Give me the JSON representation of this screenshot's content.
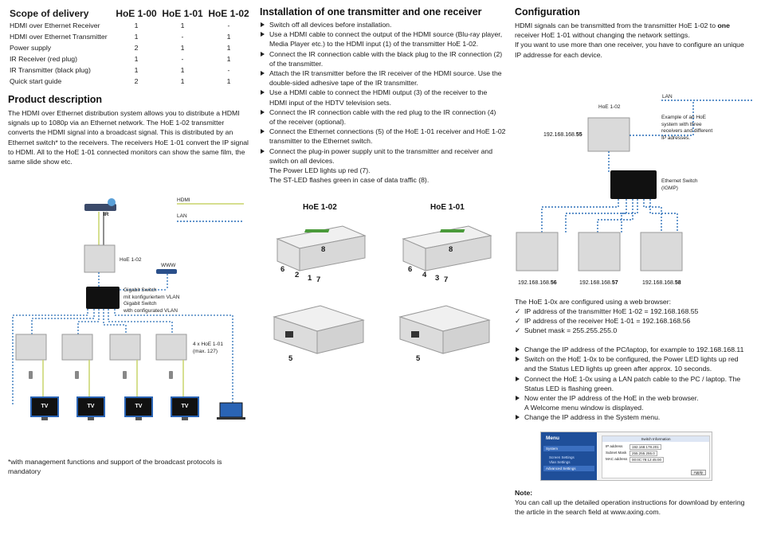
{
  "scope": {
    "title": "Scope of delivery",
    "columns": [
      "HoE 1-00",
      "HoE 1-01",
      "HoE 1-02"
    ],
    "rows": [
      {
        "item": "HDMI over Ethernet Receiver",
        "v": [
          "1",
          "1",
          "-"
        ]
      },
      {
        "item": "HDMI over Ethernet Transmitter",
        "v": [
          "1",
          "-",
          "1"
        ]
      },
      {
        "item": "Power supply",
        "v": [
          "2",
          "1",
          "1"
        ]
      },
      {
        "item": "IR Receiver (red plug)",
        "v": [
          "1",
          "-",
          "1"
        ]
      },
      {
        "item": "IR Transmitter (black plug)",
        "v": [
          "1",
          "1",
          "-"
        ]
      },
      {
        "item": "Quick start guide",
        "v": [
          "2",
          "1",
          "1"
        ]
      }
    ]
  },
  "product": {
    "title": "Product description",
    "text": "The HDMI over Ethernet distribution system allows you to distribute a HDMI signals up to 1080p via an Ethernet network. The HoE 1-02 transmitter converts the HDMI signal into a broadcast signal. This is distributed by an Ethernet switch* to the receivers. The receivers HoE 1-01 convert the IP signal to HDMI. All to the HoE 1-01 connected monitors can show the same film, the same slide show etc.",
    "footnote": "*with management functions and support of the broadcast protocols is mandatory"
  },
  "diagram_left": {
    "legend_hdmi": "HDMI",
    "legend_lan": "LAN",
    "ir_label": "IR",
    "tx_label": "HoE 1-02",
    "www_label": "WWW",
    "switch_label_1": "Gigabit Switch",
    "switch_label_2": "mit konfiguriertem VLAN",
    "switch_label_3": "Gigabit Switch",
    "switch_label_4": "with configurated VLAN",
    "rx_label_1": "4 x HoE 1-01",
    "rx_label_2": "(max. 127)",
    "tv_label": "TV"
  },
  "installation": {
    "title": "Installation of one transmitter and one receiver",
    "steps": [
      {
        "text": "Switch off all devices before installation.",
        "bullet": true
      },
      {
        "text": "Use a HDMI cable to connect the output of the HDMI source (Blu-ray player,",
        "bullet": true
      },
      {
        "text": "Media Player etc.) to the HDMI input (1) of the transmitter HoE 1-02.",
        "bullet": false
      },
      {
        "text": "Connect the IR connection cable with the black plug to the IR connection (2)",
        "bullet": true
      },
      {
        "text": "of the transmitter.",
        "bullet": false
      },
      {
        "text": "Attach the IR transmitter before the IR receiver of the HDMI source. Use the",
        "bullet": true
      },
      {
        "text": "double-sided adhesive tape of the IR transmitter.",
        "bullet": false
      },
      {
        "text": "Use a HDMI cable to connect the HDMI output (3) of the receiver to the",
        "bullet": true
      },
      {
        "text": "HDMI input of the HDTV television sets.",
        "bullet": false
      },
      {
        "text": "Connect the IR connection cable with the red plug to the IR connection (4)",
        "bullet": true
      },
      {
        "text": "of the receiver (optional).",
        "bullet": false
      },
      {
        "text": "Connect the Ethernet connections (5) of the HoE 1-01 receiver and HoE 1-02",
        "bullet": true
      },
      {
        "text": "transmitter to the Ethernet switch.",
        "bullet": false
      },
      {
        "text": "Connect the plug-in power supply unit to the transmitter and receiver and",
        "bullet": true
      },
      {
        "text": "switch on all devices.",
        "bullet": false
      },
      {
        "text": "The Power LED lights up red (7).",
        "bullet": false
      },
      {
        "text": "The ST-LED flashes green in case of data traffic (8).",
        "bullet": false
      }
    ],
    "dev_left_title": "HoE 1-02",
    "dev_right_title": "HoE 1-01",
    "left_nums": {
      "n6": "6",
      "n2": "2",
      "n1": "1",
      "n7": "7",
      "n8": "8",
      "n5": "5"
    },
    "right_nums": {
      "n6": "6",
      "n4": "4",
      "n3": "3",
      "n7": "7",
      "n8": "8",
      "n5": "5"
    }
  },
  "config": {
    "title": "Configuration",
    "intro_1a": "HDMI signals can be transmitted from the transmitter HoE 1-02 to ",
    "intro_1b": "one",
    "intro_2": "receiver HoE 1-01 without changing the network settings.",
    "intro_3": "If you want to use more than one receiver, you have to configure an unique",
    "intro_4": "IP addresse for each device.",
    "diag": {
      "lan": "LAN",
      "tx": "HoE 1-02",
      "tx_ip_prefix": "192.168.168.",
      "tx_ip_suffix": "55",
      "example_1": "Example of an HoE",
      "example_2": "system with three",
      "example_3": "receivers and different",
      "example_4": "IP adresses.",
      "switch_1": "Ethernet Switch",
      "switch_2": "(IGMP)",
      "rx_ips": [
        {
          "prefix": "192.168.168.",
          "suffix": "56"
        },
        {
          "prefix": "192.168.168.",
          "suffix": "57"
        },
        {
          "prefix": "192.168.168.",
          "suffix": "58"
        }
      ]
    },
    "browser_line": "The HoE 1-0x are configured using a web browser:",
    "checks": [
      "IP address of the transmitter HoE 1-02 = 192.168.168.55",
      "IP address of the receiver HoE 1-01 = 192.168.168.56",
      "Subnet mask = 255.255.255.0"
    ],
    "steps": [
      {
        "text": "Change the IP address of the PC/laptop, for example to 192.168.168.11",
        "bullet": true
      },
      {
        "text": "Switch on the HoE 1-0x to be configured, the Power LED lights up red",
        "bullet": true
      },
      {
        "text": "and the Status LED lights up green after approx. 10 seconds.",
        "bullet": false
      },
      {
        "text": "Connect the HoE 1-0x using a LAN patch cable to the PC / laptop. The",
        "bullet": true
      },
      {
        "text": "Status LED is flashing green.",
        "bullet": false
      },
      {
        "text": "Now enter the IP address of the HoE in the web browser.",
        "bullet": true
      },
      {
        "text": "A Welcome menu window is displayed.",
        "bullet": false
      },
      {
        "text": "Change the IP address in the System menu.",
        "bullet": true
      }
    ],
    "menu": {
      "menu_title": "Menu",
      "item_system": "System",
      "item_screen": "Screen Settings",
      "item_vlan": "Vlan Settings",
      "item_advanced": "Advanced Settings",
      "panel_title": "Switch Information",
      "ip_label": "IP address",
      "ip_value": "192.168.178.201",
      "mask_label": "Subnet Mask",
      "mask_value": "255.255.255.0",
      "mac_label": "MAC address",
      "mac_value": "00:0C:78:12:45:00",
      "apply": "Apply"
    },
    "note_title": "Note:",
    "note_1": "You can call up the detailed operation instructions for download by entering",
    "note_2": "the article in the search field at www.axing.com."
  },
  "colors": {
    "hdmi_line": "#c8d46a",
    "lan_line": "#2a6fb8",
    "device_brand": "#4a9a3a"
  }
}
